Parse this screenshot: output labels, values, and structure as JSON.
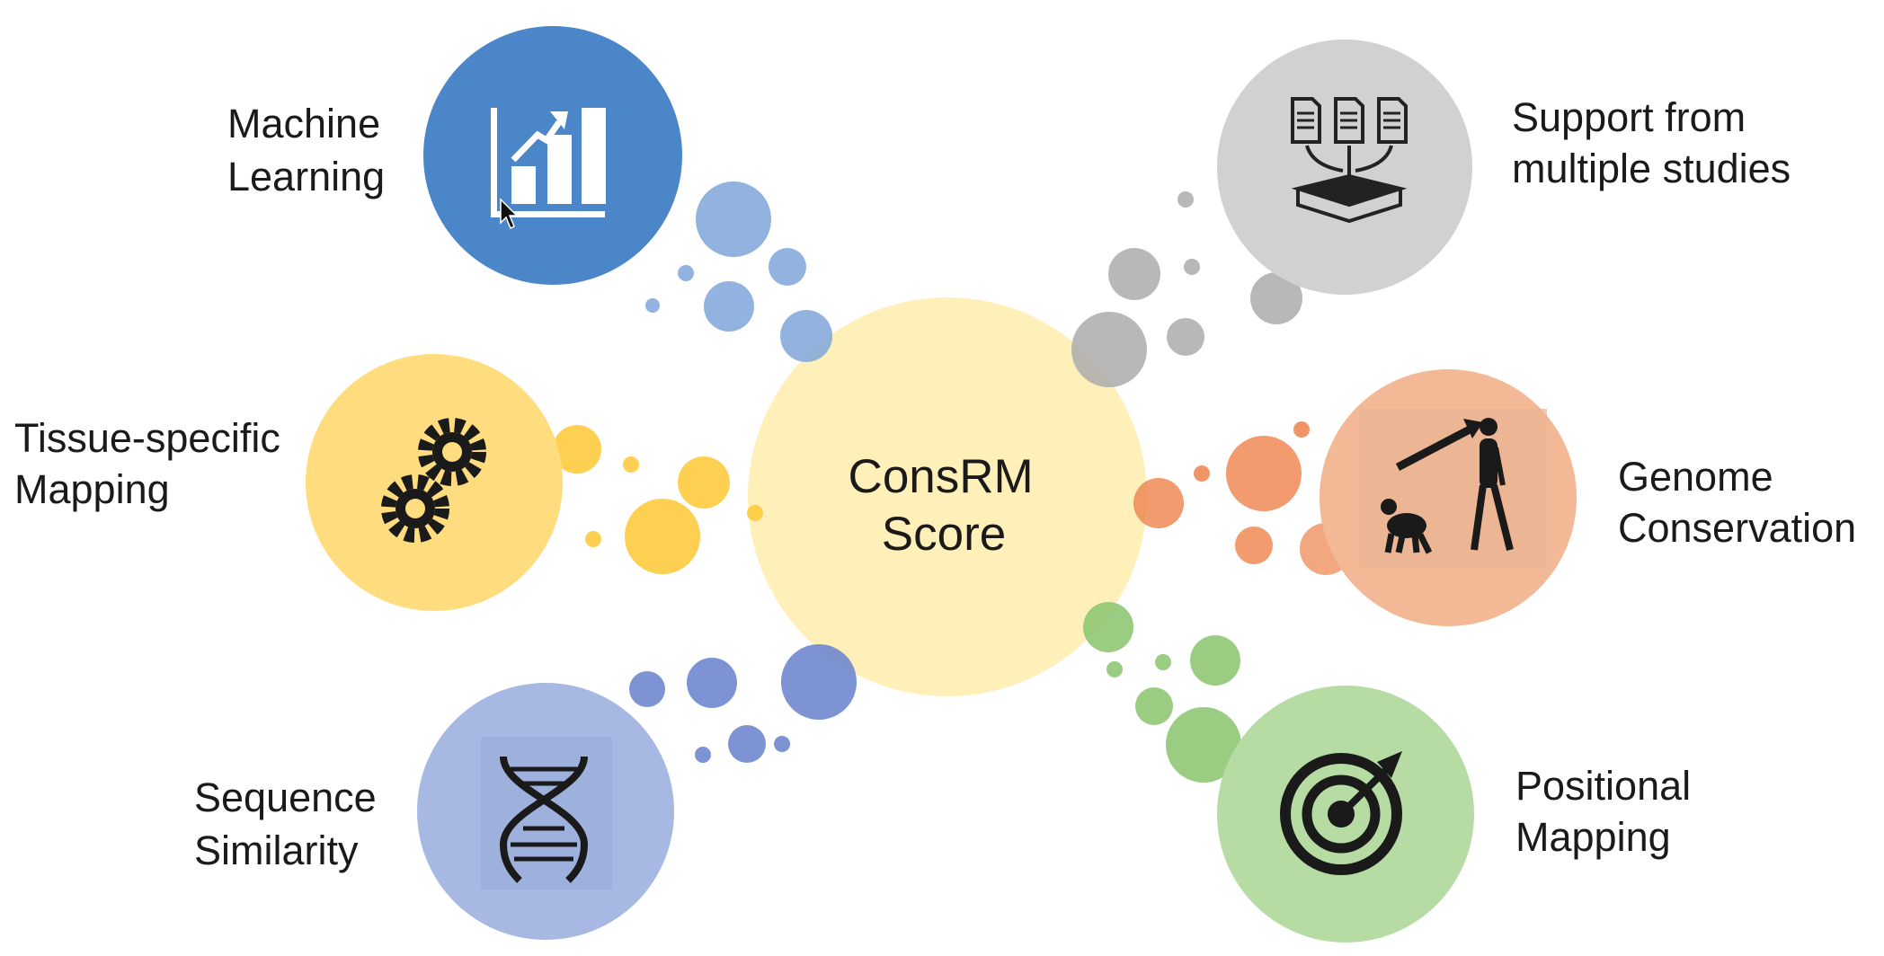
{
  "center": {
    "label_line1": "ConsRM",
    "label_line2": "Score",
    "color": "#FFEFB8"
  },
  "nodes": [
    {
      "id": "machine-learning",
      "line1": "Machine",
      "line2": "Learning",
      "icon": "bar-chart-icon",
      "color": "#4A86C8"
    },
    {
      "id": "support-studies",
      "line1": "Support from",
      "line2": "multiple studies",
      "icon": "documents-merge-icon",
      "color": "#D1D1D1"
    },
    {
      "id": "tissue-mapping",
      "line1": "Tissue-specific",
      "line2": "Mapping",
      "icon": "gears-icon",
      "color": "#FFDD7E"
    },
    {
      "id": "genome-conservation",
      "line1": "Genome",
      "line2": "Conservation",
      "icon": "evolution-icon",
      "color": "#F3B895"
    },
    {
      "id": "sequence-similarity",
      "line1": "Sequence",
      "line2": "Similarity",
      "icon": "dna-icon",
      "color": "#A7B8E2"
    },
    {
      "id": "positional-mapping",
      "line1": "Positional",
      "line2": "Mapping",
      "icon": "target-icon",
      "color": "#B6DBA3"
    }
  ],
  "bubble_colors": {
    "blue": "#7FA6DB",
    "gray": "#B3B3B3",
    "yellow": "#FDCB3F",
    "orange": "#EE8A56",
    "indigo": "#6F87CF",
    "green": "#8FC774"
  }
}
